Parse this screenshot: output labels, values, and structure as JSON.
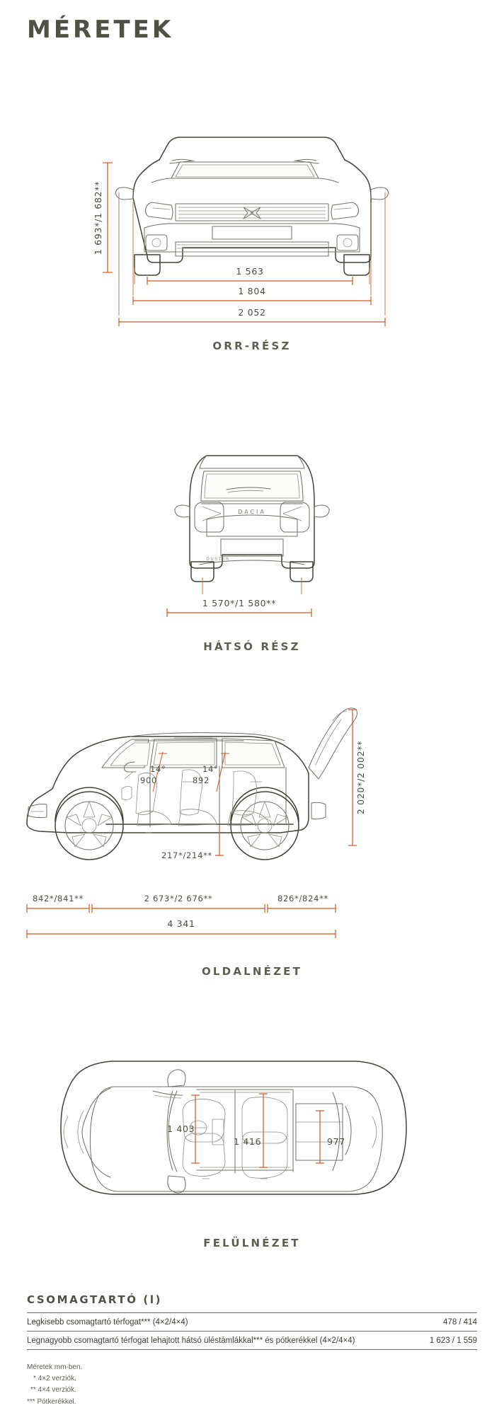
{
  "page": {
    "title": "MÉRETEK"
  },
  "views": {
    "front": {
      "caption": "ORR-RÉSZ",
      "height": "1 693*/1 682**",
      "track": "1 563",
      "width_body": "1 804",
      "width_mirrors": "2 052"
    },
    "rear": {
      "caption": "HÁTSÓ RÉSZ",
      "track": "1 570*/1 580**",
      "badge": "DACIA",
      "model": "DUSTER"
    },
    "side": {
      "caption": "OLDALNÉZET",
      "front_angle": "14°",
      "front_headroom": "900",
      "rear_angle": "14°",
      "rear_headroom": "892",
      "height_open_tailgate": "2 020*/2 002**",
      "ground_clearance": "217*/214**",
      "front_overhang": "842*/841**",
      "wheelbase": "2 673*/2 676**",
      "rear_overhang": "826*/824**",
      "total_length": "4 341"
    },
    "top": {
      "caption": "FELÜLNÉZET",
      "front_width": "1 403",
      "rear_width": "1 416",
      "boot_width": "977"
    }
  },
  "boot": {
    "title": "CSOMAGTARTÓ (l)",
    "rows": [
      {
        "label": "Legkisebb csomagtartó térfogat*** (4×2/4×4)",
        "value": "478 / 414"
      },
      {
        "label": "Legnagyobb csomagtartó térfogat lehajtott hátsó üléstámlákkal*** és pótkerékkel (4×2/4×4)",
        "value": "1 623 / 1 559"
      }
    ]
  },
  "footnotes": [
    "Méretek mm-ben.",
    "* 4×2 verziók.",
    "** 4×4 verziók.",
    "*** Pótkerékkel."
  ],
  "colors": {
    "accent": "#cf5820",
    "title": "#4e5244",
    "outline": "#3e4436"
  }
}
